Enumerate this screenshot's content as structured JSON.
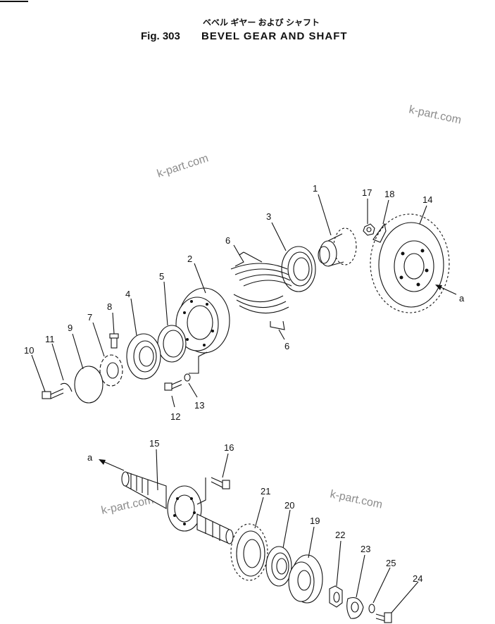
{
  "title": {
    "japanese": "ベベル ギヤー および シャフト",
    "fig_number": "Fig. 303",
    "english": "BEVEL GEAR AND SHAFT"
  },
  "watermark": "k-part.com",
  "callouts": [
    "1",
    "2",
    "3",
    "4",
    "5",
    "6",
    "6",
    "7",
    "8",
    "9",
    "10",
    "11",
    "12",
    "13",
    "14",
    "15",
    "16",
    "17",
    "18",
    "19",
    "20",
    "21",
    "22",
    "23",
    "24",
    "25"
  ],
  "section_marker": "a",
  "colors": {
    "ink": "#111111",
    "watermark": "#8c8c8c",
    "background": "#ffffff"
  }
}
